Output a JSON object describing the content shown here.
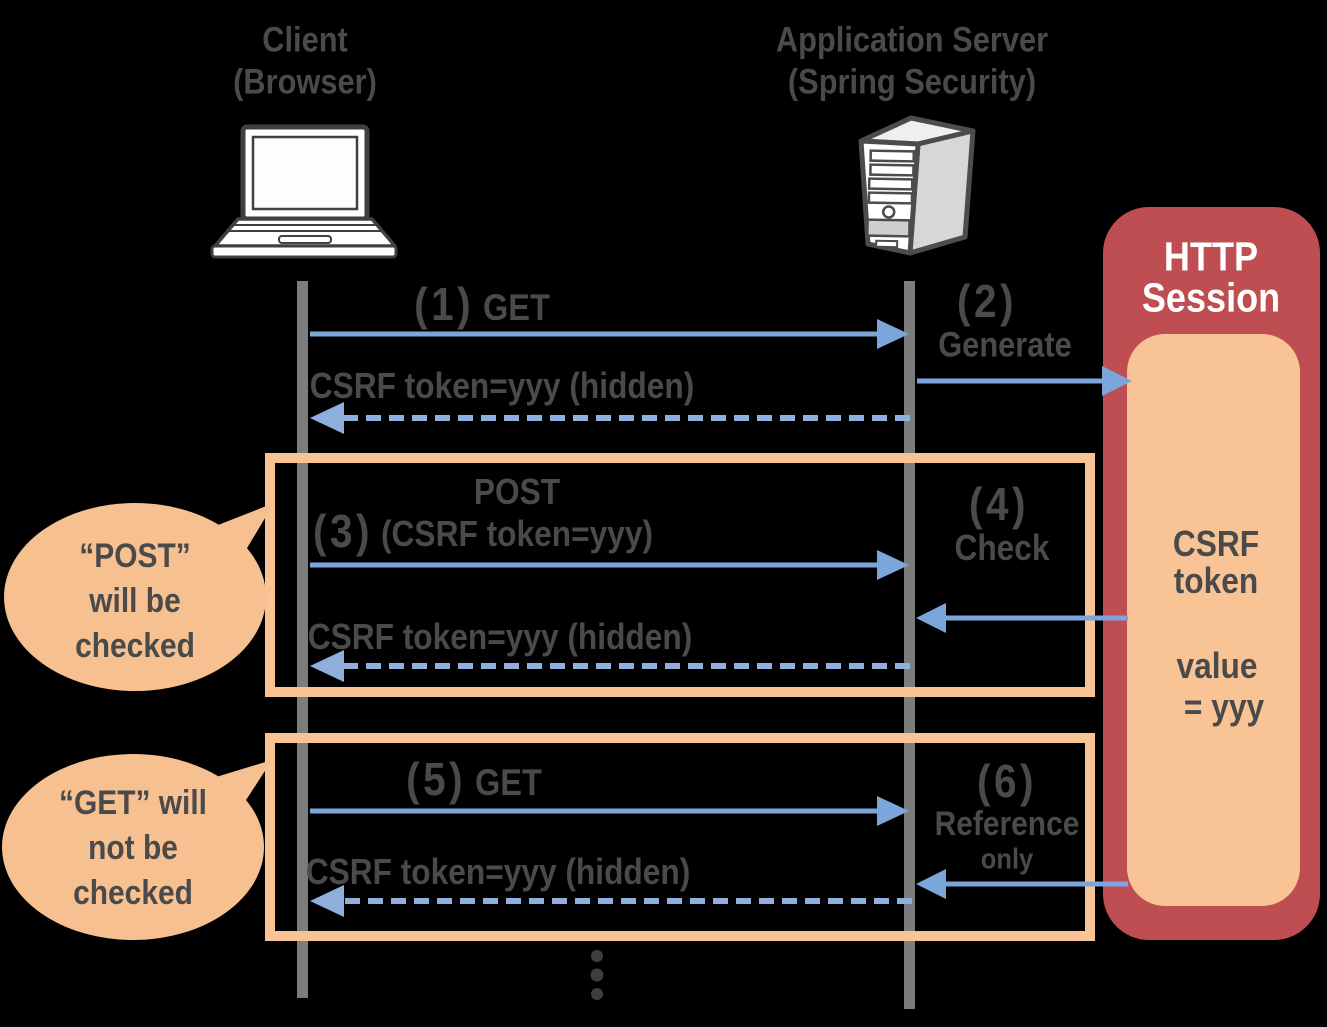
{
  "colors": {
    "background": "#000000",
    "text_dark": "#4A4A4A",
    "arrow_blue_solid": "#7BA6DB",
    "arrow_blue_dashed": "#8FAFDC",
    "lifeline_gray": "#7C7C7C",
    "session_red": "#BF4E53",
    "session_inner_orange": "#F8C495",
    "highlight_box_orange": "#F8C395",
    "bubble_orange": "#F6C090",
    "title_white": "#FFFFFF"
  },
  "actors": {
    "client": {
      "name": "Client",
      "sub": "(Browser)"
    },
    "server": {
      "name": "Application Server",
      "sub": "(Spring Security)"
    }
  },
  "session_store": {
    "title_line1": "HTTP",
    "title_line2": "Session",
    "item_line1": "CSRF",
    "item_line2": "token",
    "value_line1": "value",
    "value_line2": "= yyy"
  },
  "messages": {
    "step1": {
      "number": "(1)",
      "label": "GET"
    },
    "step2": {
      "number": "(2)",
      "label": "Generate"
    },
    "response1": "CSRF token=yyy (hidden)",
    "step3": {
      "number": "(3)",
      "label_line1": "POST",
      "label_line2": "(CSRF token=yyy)"
    },
    "step4": {
      "number": "(4)",
      "label": "Check"
    },
    "response2": "CSRF token=yyy (hidden)",
    "step5": {
      "number": "(5)",
      "label": "GET"
    },
    "step6": {
      "number": "(6)",
      "label_line1": "Reference",
      "label_line2": "only"
    },
    "response3": "CSRF token=yyy (hidden)"
  },
  "notes": {
    "post_note": {
      "line1": "“POST”",
      "line2": "will be",
      "line3": "checked"
    },
    "get_note": {
      "line1": "“GET” will",
      "line2": "not be",
      "line3": "checked"
    }
  }
}
